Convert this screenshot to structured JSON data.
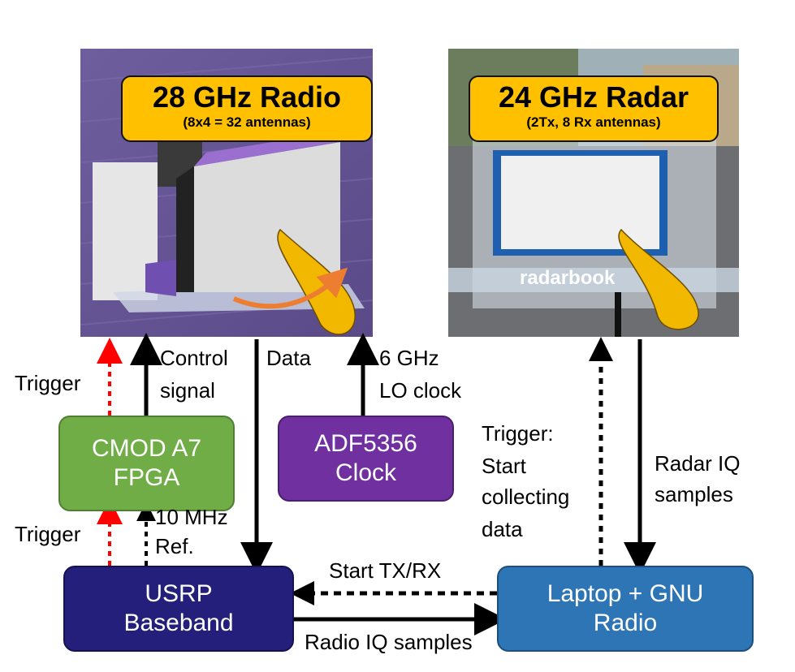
{
  "radio": {
    "title": "28 GHz Radio",
    "subtitle": "(8x4 = 32 antennas)"
  },
  "radar": {
    "title": "24 GHz Radar",
    "subtitle": "(2Tx, 8 Rx antennas)",
    "board_text": "radarbook"
  },
  "blocks": {
    "fpga": [
      "CMOD A7",
      "FPGA"
    ],
    "clock": [
      "ADF5356",
      "Clock"
    ],
    "usrp": [
      "USRP",
      "Baseband"
    ],
    "laptop": [
      "Laptop + GNU",
      "Radio"
    ]
  },
  "labels": {
    "trigger_top": "Trigger",
    "trigger_bottom": "Trigger",
    "control": [
      "Control",
      "signal"
    ],
    "data": "Data",
    "lo": [
      "6 GHz",
      "LO clock"
    ],
    "ref": [
      "10 MHz",
      "Ref."
    ],
    "radar_trigger": [
      "Trigger:",
      "Start",
      "collecting",
      "data"
    ],
    "radar_iq": [
      "Radar IQ",
      "samples"
    ],
    "start_txrx": "Start TX/RX",
    "radio_iq": "Radio IQ samples"
  },
  "colors": {
    "badge": "#FFC000",
    "fpga": "#70AD47",
    "clock": "#7030A0",
    "usrp": "#231F7A",
    "laptop": "#2E75B6",
    "trigger_arrow": "#FF0000",
    "beam": "#F2B800",
    "beam_arrow": "#ED7D31"
  }
}
